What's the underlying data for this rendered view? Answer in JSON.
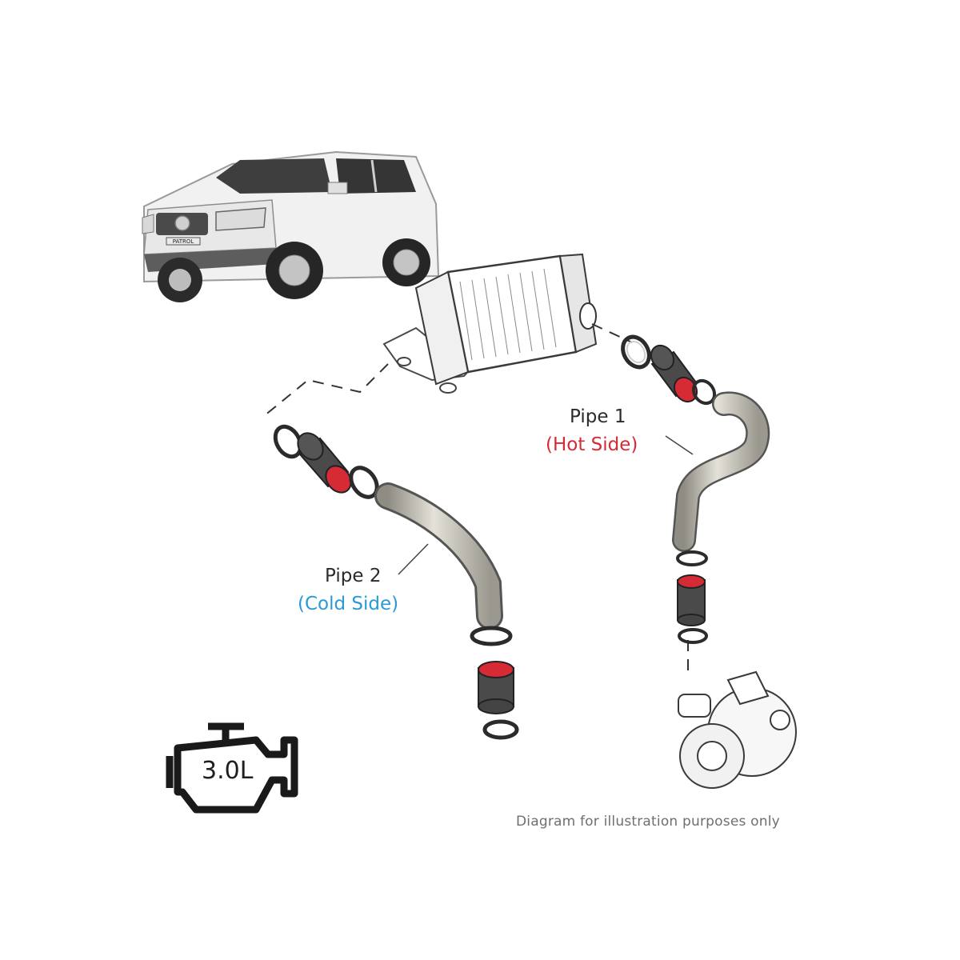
{
  "pipe1": {
    "title": "Pipe 1",
    "side": "(Hot Side)"
  },
  "pipe2": {
    "title": "Pipe 2",
    "side": "(Cold Side)"
  },
  "engine_badge": {
    "displacement": "3.0L"
  },
  "vehicle_badge": "PATROL",
  "footnote": "Diagram for illustration purposes only",
  "colors": {
    "hot": "#d62b35",
    "cold": "#2a9ad6",
    "coupler_inner": "#d62b35"
  }
}
